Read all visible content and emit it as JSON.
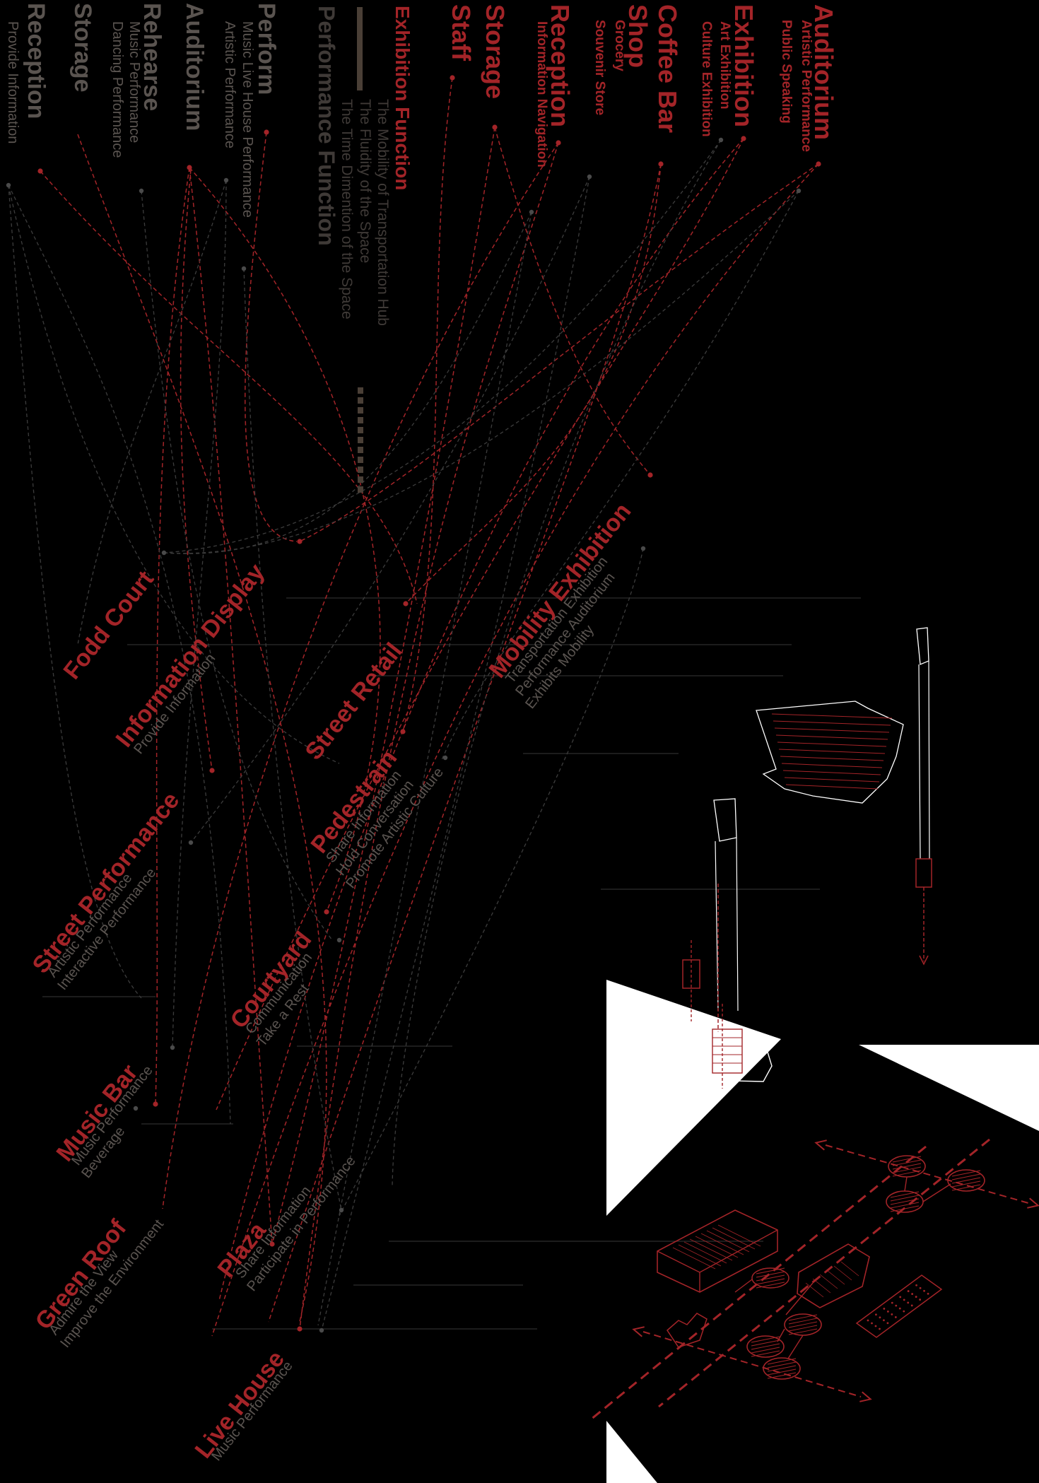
{
  "colors": {
    "background": "#000000",
    "red": "#a32428",
    "grey": "#5a5450",
    "dark_grey": "#3f3a37",
    "white_panel": "#ffffff"
  },
  "legend": {
    "exhibition_function": {
      "title": "Exhibition Function",
      "items": [
        "The Mobility of Transportation Hub",
        "The Fluidity of the Space",
        "The Time Dimention of the Space"
      ]
    },
    "performance_function": {
      "title": "Performance Function"
    }
  },
  "red_categories": [
    {
      "title": "Auditorium",
      "subs": [
        "Artistic Performance",
        "Public Speaking"
      ]
    },
    {
      "title": "Exhibition",
      "subs": [
        "Art Exhibition",
        "Culture Exhibition"
      ]
    },
    {
      "title": "Coffee Bar",
      "subs": []
    },
    {
      "title": "Shop",
      "subs": [
        "Grocery",
        "Souvenir Store"
      ]
    },
    {
      "title": "Reception",
      "subs": [
        "Information Navigation"
      ]
    },
    {
      "title": "Storage",
      "subs": []
    },
    {
      "title": "Staff",
      "subs": []
    }
  ],
  "grey_categories": [
    {
      "title": "Perform",
      "subs": [
        "Music Live House Performance",
        "Artistic Performance"
      ]
    },
    {
      "title": "Auditorium",
      "subs": []
    },
    {
      "title": "Rehearse",
      "subs": [
        "Music Performance",
        "Dancing Performance"
      ]
    },
    {
      "title": "Storage",
      "subs": []
    },
    {
      "title": "Reception",
      "subs": [
        "Provide Information"
      ]
    }
  ],
  "spaces": [
    {
      "title": "Fodd Court",
      "subs": []
    },
    {
      "title": "Information Display",
      "subs": [
        "Provide Information"
      ]
    },
    {
      "title": "Street Retail",
      "subs": []
    },
    {
      "title": "Mobility Exhibition",
      "subs": [
        "Transportation Exhibition",
        "Performance Auditorium",
        "Exhibits Mobility"
      ]
    },
    {
      "title": "Pedestrain",
      "subs": [
        "Share Information",
        "Hold Conversation",
        "Promote Artistic Culture"
      ]
    },
    {
      "title": "Street Performance",
      "subs": [
        "Artistic Performance",
        "Interactive Performance"
      ]
    },
    {
      "title": "Courtyard",
      "subs": [
        "Communication",
        "Take a Rest"
      ]
    },
    {
      "title": "Music Bar",
      "subs": [
        "Music Performance",
        "Beverage"
      ]
    },
    {
      "title": "Green Roof",
      "subs": [
        "Admire the View",
        "Improve the Environment"
      ]
    },
    {
      "title": "Plaza",
      "subs": [
        "Share Information",
        "Participate in Performance"
      ]
    },
    {
      "title": "Live House",
      "subs": [
        "Music Performance"
      ]
    }
  ]
}
